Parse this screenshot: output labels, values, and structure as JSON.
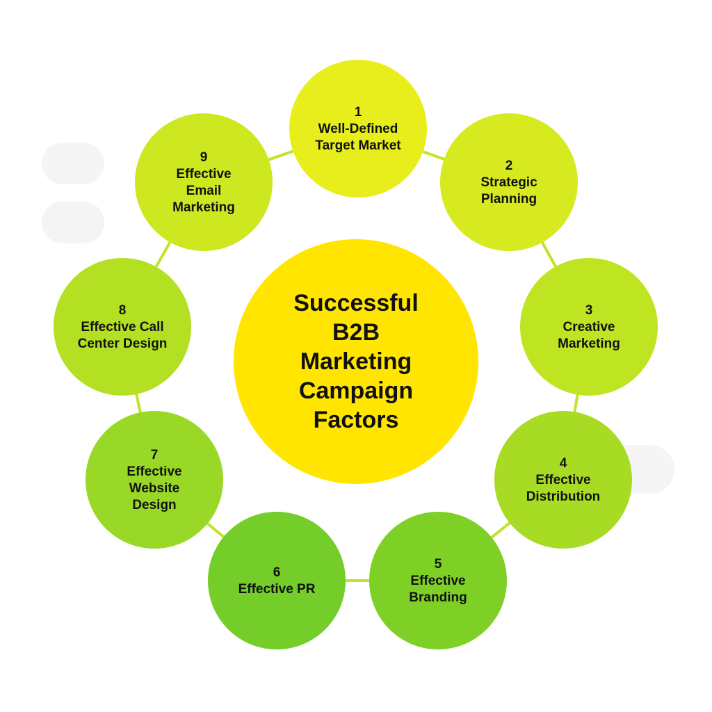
{
  "title_lines": [
    "Successful",
    "B2B",
    "Marketing",
    "Campaign",
    "Factors"
  ],
  "factors": [
    {
      "number": "1",
      "lines": [
        "Well-Defined",
        "Target Market"
      ],
      "color": "#E8EE1B"
    },
    {
      "number": "2",
      "lines": [
        "Strategic",
        "Planning"
      ],
      "color": "#D6EA1F"
    },
    {
      "number": "3",
      "lines": [
        "Creative",
        "Marketing"
      ],
      "color": "#BFE422"
    },
    {
      "number": "4",
      "lines": [
        "Effective",
        "Distribution"
      ],
      "color": "#A8DC24"
    },
    {
      "number": "5",
      "lines": [
        "Effective",
        "Branding"
      ],
      "color": "#7FD026"
    },
    {
      "number": "6",
      "lines": [
        "Effective PR"
      ],
      "color": "#74CD28"
    },
    {
      "number": "7",
      "lines": [
        "Effective",
        "Website",
        "Design"
      ],
      "color": "#99D826"
    },
    {
      "number": "8",
      "lines": [
        "Effective Call",
        "Center Design"
      ],
      "color": "#B4E024"
    },
    {
      "number": "9",
      "lines": [
        "Effective",
        "Email",
        "Marketing"
      ],
      "color": "#CDE821"
    }
  ],
  "colors": {
    "center": "#FFE500",
    "ring": "#C2E32A"
  }
}
